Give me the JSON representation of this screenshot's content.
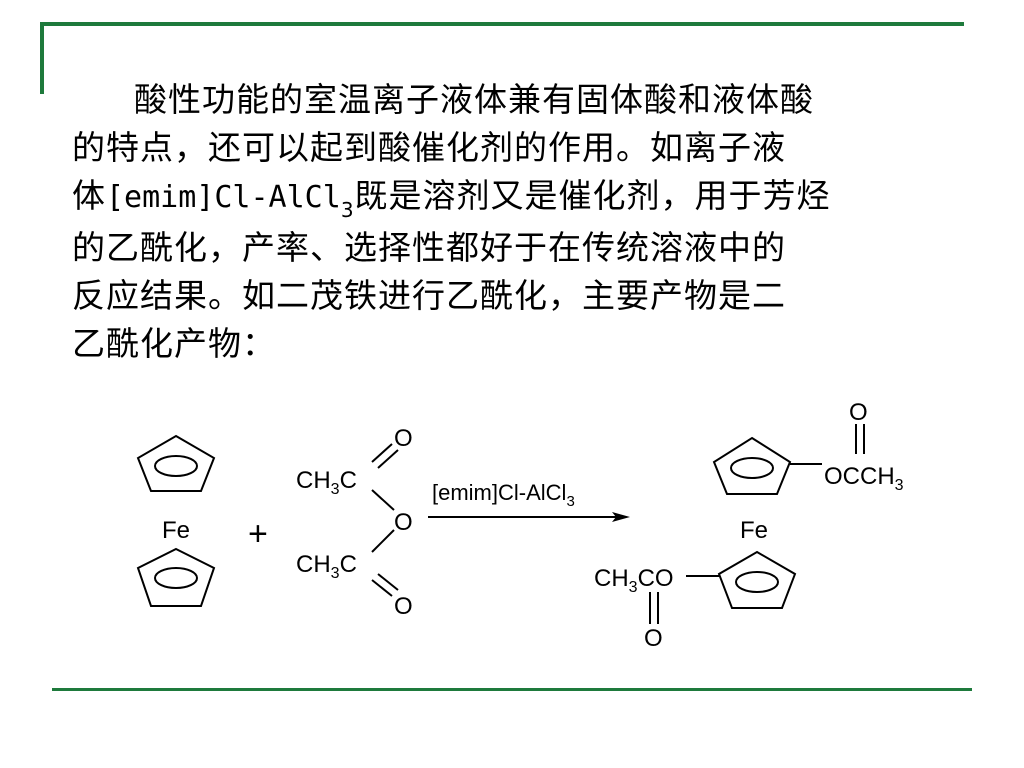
{
  "text": {
    "line1": "酸性功能的室温离子液体兼有固体酸和液体酸",
    "line2": "的特点，还可以起到酸催化剂的作用。如离子液",
    "line3_pre": "体",
    "line3_formula": "[emim]Cl-AlCl",
    "line3_sub": "3",
    "line3_post": "既是溶剂又是催化剂，用于芳烃",
    "line4": "的乙酰化，产率、选择性都好于在传统溶液中的",
    "line5": "反应结果。如二茂铁进行乙酰化，主要产物是二",
    "line6": "乙酰化产物："
  },
  "scheme": {
    "fe_left": "Fe",
    "plus": "+",
    "o_top": "O",
    "ch3c_top_main": "CH",
    "ch3c_top_sub": "3",
    "ch3c_top_c": "C",
    "o_bridge": "O",
    "ch3c_bot_main": "CH",
    "ch3c_bot_sub": "3",
    "ch3c_bot_c": "C",
    "o_bottom": "O",
    "arrow_label_main": "[emim]Cl-AlCl",
    "arrow_label_sub": "3",
    "prod_o_top": "O",
    "prod_occh3_main": "OCCH",
    "prod_occh3_sub": "3",
    "fe_right": "Fe",
    "prod_ch3co_pre": "CH",
    "prod_ch3co_sub": "3",
    "prod_ch3co_post": "CO",
    "prod_o_bottom": "O"
  }
}
